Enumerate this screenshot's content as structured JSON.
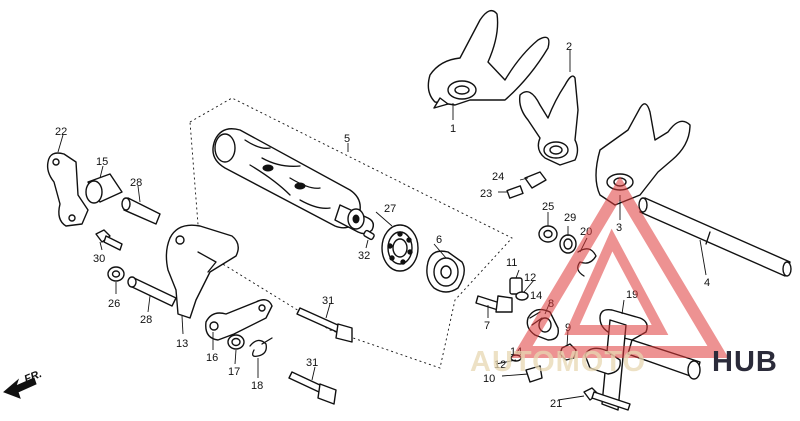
{
  "callouts": [
    "1",
    "2",
    "3",
    "4",
    "5",
    "6",
    "7",
    "8",
    "9",
    "10",
    "11",
    "12",
    "12",
    "13",
    "14",
    "14",
    "15",
    "16",
    "17",
    "18",
    "19",
    "20",
    "21",
    "22",
    "23",
    "24",
    "25",
    "26",
    "27",
    "28",
    "28",
    "29",
    "30",
    "31",
    "31",
    "32"
  ],
  "direction_label": "FR.",
  "watermark": {
    "brand_a": "AUTOMOTO",
    "brand_b": "HUB",
    "color_brand_a": "#e8d8b2",
    "color_brand_b": "#2b2b3a",
    "color_logo": "#e03a3a"
  }
}
